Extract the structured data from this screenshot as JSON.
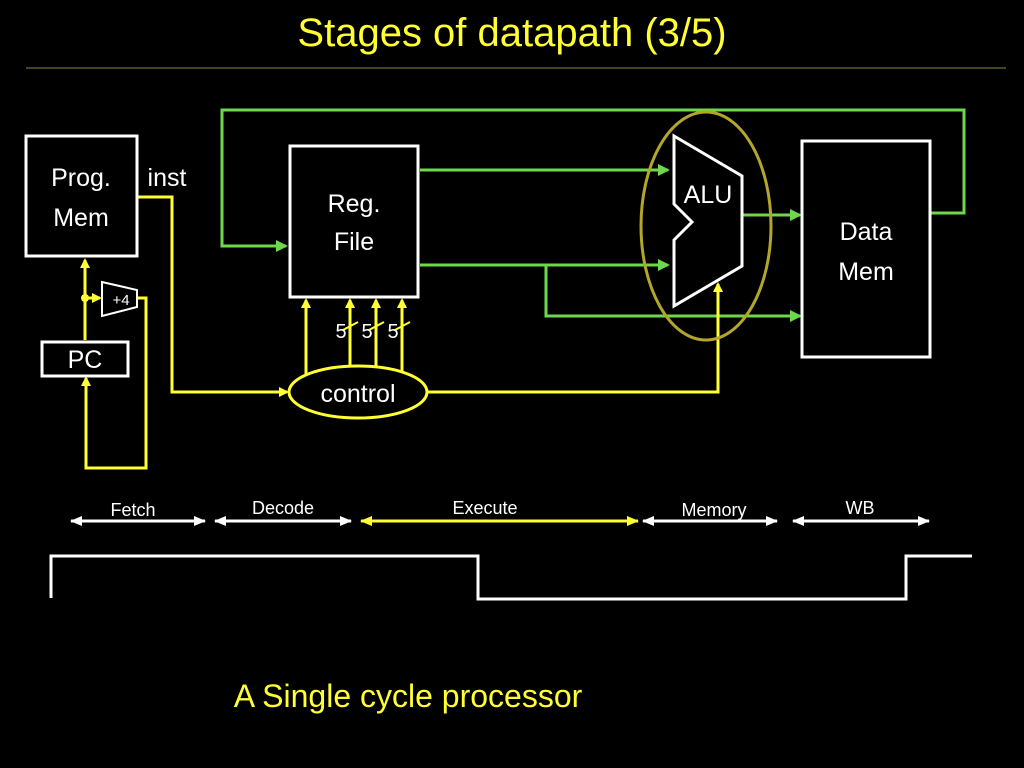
{
  "title": "Stages of datapath (3/5)",
  "caption": "A Single cycle processor",
  "blocks": {
    "prog_mem": [
      "Prog.",
      "Mem"
    ],
    "reg_file": [
      "Reg.",
      "File"
    ],
    "data_mem": [
      "Data",
      "Mem"
    ],
    "alu": "ALU",
    "pc": "PC",
    "adder": "+4",
    "control": "control",
    "inst": "inst",
    "field_widths": [
      "5",
      "5",
      "5"
    ]
  },
  "stages": [
    "Fetch",
    "Decode",
    "Execute",
    "Memory",
    "WB"
  ],
  "colors": {
    "title": "#ffff33",
    "caption": "#ffff33",
    "yellow_wire": "#ffff33",
    "green_wire": "#6dd94a",
    "highlight_ellipse": "#b3a62a",
    "boxes": "#ffffff",
    "background": "#000000"
  }
}
